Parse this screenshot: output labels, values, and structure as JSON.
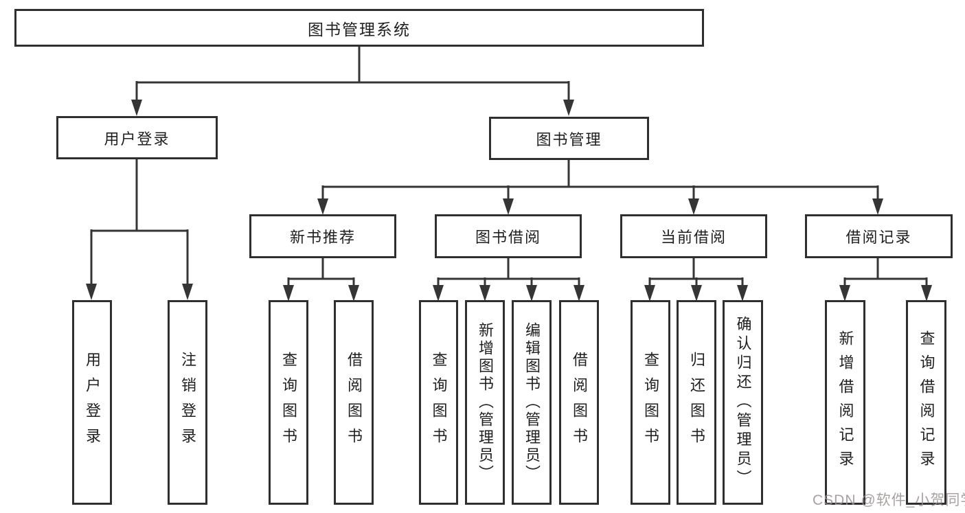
{
  "diagram_title": "图书管理系统",
  "tree": {
    "root": {
      "label": "图书管理系统",
      "children": [
        {
          "label": "用户登录",
          "children": [
            {
              "label": "用户登录"
            },
            {
              "label": "注销登录"
            }
          ]
        },
        {
          "label": "图书管理",
          "children": [
            {
              "label": "新书推荐",
              "children": [
                {
                  "label": "查询图书"
                },
                {
                  "label": "借阅图书"
                }
              ]
            },
            {
              "label": "图书借阅",
              "children": [
                {
                  "label": "查询图书"
                },
                {
                  "label": "新增图书（管理员）"
                },
                {
                  "label": "编辑图书（管理员）"
                },
                {
                  "label": "借阅图书"
                }
              ]
            },
            {
              "label": "当前借阅",
              "children": [
                {
                  "label": "查询图书"
                },
                {
                  "label": "归还图书"
                },
                {
                  "label": "确认归还（管理员）"
                }
              ]
            },
            {
              "label": "借阅记录",
              "children": [
                {
                  "label": "新增借阅记录"
                },
                {
                  "label": "查询借阅记录"
                }
              ]
            }
          ]
        }
      ]
    }
  },
  "watermark": {
    "text": "CSDN @软件_小贺同学"
  },
  "colors": {
    "background": "#ffffff",
    "line": "#353535",
    "box_border": "#2f2f2f",
    "text": "#1f1f1f",
    "watermark": "#989090"
  }
}
